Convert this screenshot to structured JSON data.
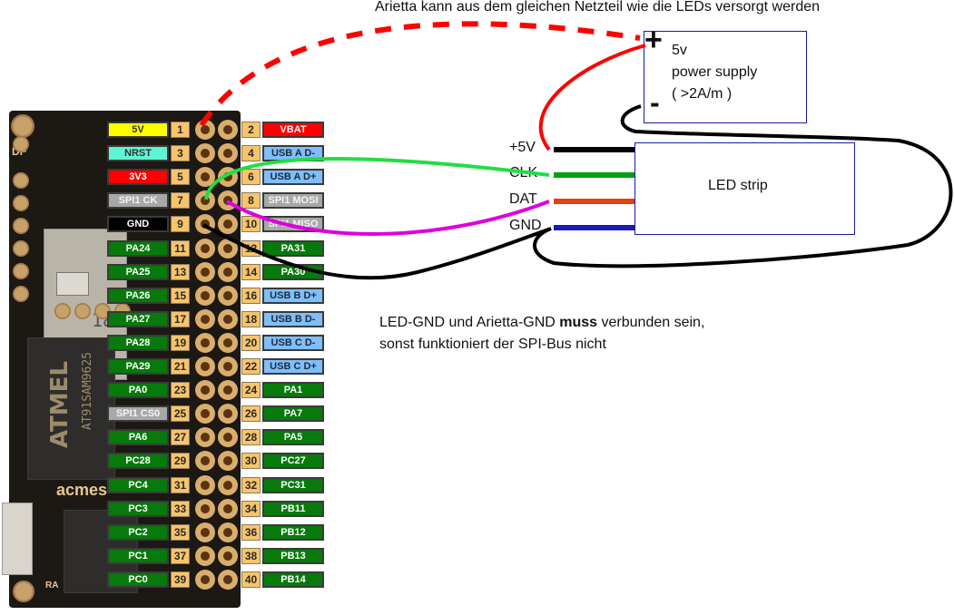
{
  "title_note": "Arietta kann aus dem gleichen Netzteil wie die LEDs versorgt werden",
  "gnd_note": {
    "line1_pre": "LED-GND und Arietta-GND ",
    "line1_bold": "muss",
    "line1_post": " verbunden sein,",
    "line2": "sonst funktioniert der SPI-Bus nicht"
  },
  "power_supply": {
    "plus": "+",
    "minus": "-",
    "line1": "5v",
    "line2": "power supply",
    "line3": "( >2A/m )"
  },
  "led_strip": {
    "label": "LED strip",
    "pins": [
      "+5V",
      "CLK",
      "DAT",
      "GND"
    ]
  },
  "board": {
    "silk_text": "acmes",
    "chip_text": "AT91SAM9625",
    "chip_logo": "ATMEL",
    "sd_text": "18",
    "dp_label": "DP",
    "ra_label": "RA"
  },
  "header_pins": {
    "left": [
      {
        "num": "1",
        "name": "5V",
        "color": "yellow"
      },
      {
        "num": "3",
        "name": "NRST",
        "color": "teal"
      },
      {
        "num": "5",
        "name": "3V3",
        "color": "red"
      },
      {
        "num": "7",
        "name": "SPI1 CK",
        "color": "grey"
      },
      {
        "num": "9",
        "name": "GND",
        "color": "black"
      },
      {
        "num": "11",
        "name": "PA24",
        "color": "green"
      },
      {
        "num": "13",
        "name": "PA25",
        "color": "green"
      },
      {
        "num": "15",
        "name": "PA26",
        "color": "green"
      },
      {
        "num": "17",
        "name": "PA27",
        "color": "green"
      },
      {
        "num": "19",
        "name": "PA28",
        "color": "green"
      },
      {
        "num": "21",
        "name": "PA29",
        "color": "green"
      },
      {
        "num": "23",
        "name": "PA0",
        "color": "green"
      },
      {
        "num": "25",
        "name": "SPI1 CS0",
        "color": "grey"
      },
      {
        "num": "27",
        "name": "PA6",
        "color": "green"
      },
      {
        "num": "29",
        "name": "PC28",
        "color": "green"
      },
      {
        "num": "31",
        "name": "PC4",
        "color": "green"
      },
      {
        "num": "33",
        "name": "PC3",
        "color": "green"
      },
      {
        "num": "35",
        "name": "PC2",
        "color": "green"
      },
      {
        "num": "37",
        "name": "PC1",
        "color": "green"
      },
      {
        "num": "39",
        "name": "PC0",
        "color": "green"
      }
    ],
    "right": [
      {
        "num": "2",
        "name": "VBAT",
        "color": "red"
      },
      {
        "num": "4",
        "name": "USB A D-",
        "color": "blue"
      },
      {
        "num": "6",
        "name": "USB A D+",
        "color": "blue"
      },
      {
        "num": "8",
        "name": "SPI1 MOSI",
        "color": "grey"
      },
      {
        "num": "10",
        "name": "SPI1 MISO",
        "color": "grey"
      },
      {
        "num": "12",
        "name": "PA31",
        "color": "green"
      },
      {
        "num": "14",
        "name": "PA30",
        "color": "green"
      },
      {
        "num": "16",
        "name": "USB B D+",
        "color": "blue"
      },
      {
        "num": "18",
        "name": "USB B D-",
        "color": "blue"
      },
      {
        "num": "20",
        "name": "USB C D-",
        "color": "blue"
      },
      {
        "num": "22",
        "name": "USB C D+",
        "color": "blue"
      },
      {
        "num": "24",
        "name": "PA1",
        "color": "green"
      },
      {
        "num": "26",
        "name": "PA7",
        "color": "green"
      },
      {
        "num": "28",
        "name": "PA5",
        "color": "green"
      },
      {
        "num": "30",
        "name": "PC27",
        "color": "green"
      },
      {
        "num": "32",
        "name": "PC31",
        "color": "green"
      },
      {
        "num": "34",
        "name": "PB11",
        "color": "green"
      },
      {
        "num": "36",
        "name": "PB12",
        "color": "green"
      },
      {
        "num": "38",
        "name": "PB13",
        "color": "green"
      },
      {
        "num": "40",
        "name": "PB14",
        "color": "green"
      }
    ]
  },
  "wire_colors": {
    "power_plus": "#ff0000",
    "power_minus": "#000000",
    "v5": "#000000",
    "clk": "#00a010",
    "clk_jumper": "#22dd44",
    "dat": "#e83e10",
    "dat_jumper": "#dd00dd",
    "gnd": "#1a1ab8",
    "gnd_jumper": "#000000"
  }
}
